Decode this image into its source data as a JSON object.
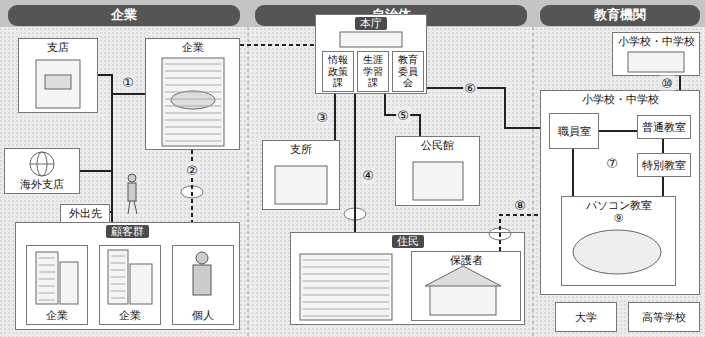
{
  "diagram": {
    "nodes": [
      {
        "text": [
          "企業"
        ]
      },
      {
        "text": [
          "自治体"
        ]
      },
      {
        "text": [
          "教育機関"
        ]
      },
      {
        "text": [
          "支店"
        ]
      },
      {
        "text": [
          "企業"
        ]
      },
      {
        "text": [
          "海外支店"
        ]
      },
      {
        "text": [
          "外出先"
        ]
      },
      {
        "text": [
          "顧客群"
        ]
      },
      {
        "text": [
          "企業"
        ],
        "in": 7
      },
      {
        "text": [
          "企業"
        ],
        "in": 7
      },
      {
        "text": [
          "個人"
        ],
        "in": 7
      },
      {
        "text": [
          "本庁"
        ]
      },
      {
        "text": [
          "情報政策課"
        ],
        "in": 11
      },
      {
        "text": [
          "生涯学習課"
        ],
        "in": 11
      },
      {
        "text": [
          "教育委員会"
        ],
        "in": 11
      },
      {
        "text": [
          "支所"
        ]
      },
      {
        "text": [
          "公民館"
        ]
      },
      {
        "text": [
          "住民"
        ]
      },
      {
        "text": [
          "保護者"
        ],
        "in": 17
      },
      {
        "text": [
          "小学校・中学校"
        ]
      },
      {
        "text": [
          "小学校・中学校"
        ]
      },
      {
        "text": [
          "職員室"
        ],
        "in": 20
      },
      {
        "text": [
          "普通教室"
        ],
        "in": 20
      },
      {
        "text": [
          "特別教室"
        ],
        "in": 20
      },
      {
        "text": [
          "パソコン教室",
          "⑨"
        ],
        "in": 20
      },
      {
        "text": [
          "大学"
        ]
      },
      {
        "text": [
          "高等学校"
        ]
      }
    ],
    "edges": [
      {
        "from": 3,
        "to": 4,
        "arrow": "none",
        "label": "①"
      },
      {
        "from": 5,
        "to": 4,
        "arrow": "none"
      },
      {
        "from": 6,
        "to": 4,
        "arrow": "none"
      },
      {
        "from": 7,
        "to": 4,
        "arrow": "none"
      },
      {
        "from": 4,
        "to": 7,
        "arrow": "none",
        "label": "②"
      },
      {
        "from": 4,
        "to": 11,
        "arrow": "none"
      },
      {
        "from": 11,
        "to": 15,
        "arrow": "none",
        "label": "③"
      },
      {
        "from": 11,
        "to": 17,
        "arrow": "none",
        "label": "④"
      },
      {
        "from": 11,
        "to": 16,
        "arrow": "none",
        "label": "⑤"
      },
      {
        "from": 11,
        "to": 20,
        "arrow": "none",
        "label": "⑥"
      },
      {
        "from": 18,
        "to": 20,
        "arrow": "none",
        "label": "⑧"
      },
      {
        "from": 19,
        "to": 20,
        "arrow": "none",
        "label": "⑩"
      },
      {
        "from": 21,
        "to": 22,
        "arrow": "none"
      },
      {
        "from": 22,
        "to": 23,
        "arrow": "none"
      },
      {
        "from": 23,
        "to": 24,
        "arrow": "none"
      },
      {
        "from": 24,
        "to": 21,
        "arrow": "none"
      }
    ],
    "labels": [
      "⑦"
    ]
  }
}
